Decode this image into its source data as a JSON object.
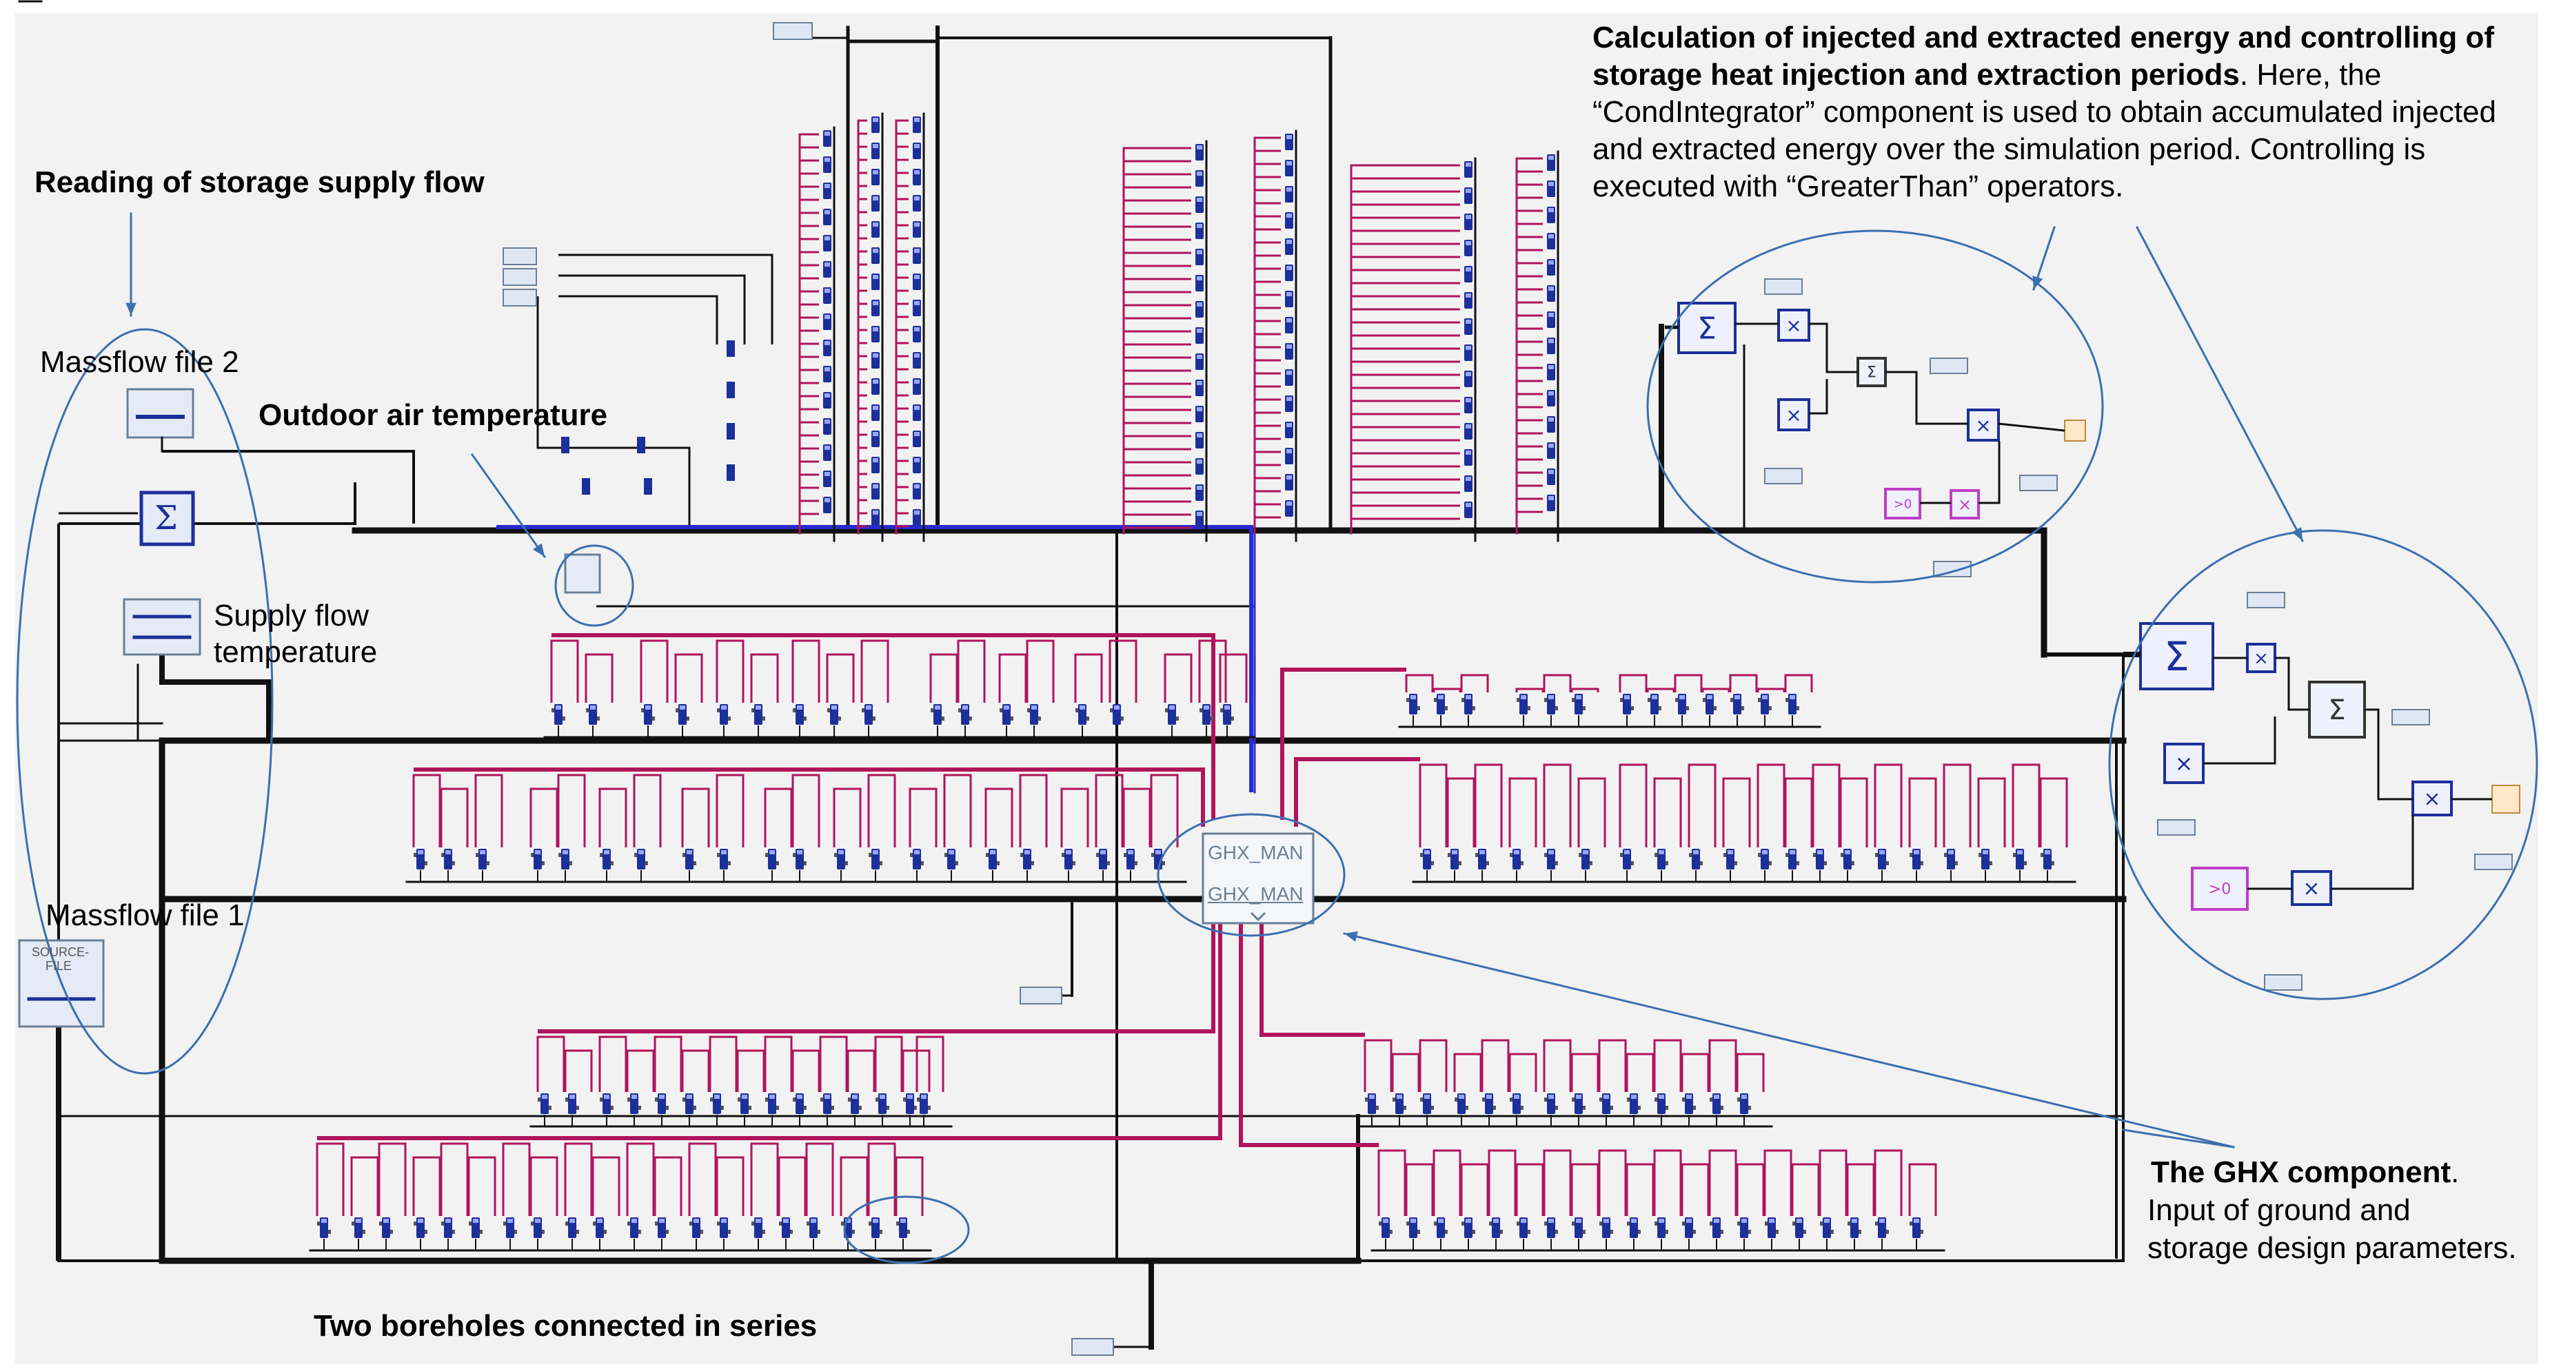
{
  "labels": {
    "reading_supply_flow": "Reading of storage supply flow",
    "massflow_file_2": "Massflow file 2",
    "outdoor_air_temperature": "Outdoor air temperature",
    "supply_flow_line1": "Supply flow",
    "supply_flow_line2": "temperature",
    "massflow_file_1": "Massflow file 1",
    "two_boreholes": "Two boreholes connected in series",
    "calc_title": "Calculation of injected and extracted energy and controlling of storage heat injection and extraction periods",
    "calc_body": ". Here, the “CondIntegrator” component is used to obtain accumulated injected and extracted energy over the simulation period. Controlling is executed with “GreaterThan” operators.",
    "ghx_title": "The GHX component",
    "ghx_title_end": ".",
    "ghx_body_line1": "Input of ground and",
    "ghx_body_line2": "storage design parameters.",
    "ghx_component_top": "GHX_MAN",
    "ghx_component_bottom": "GHX_MAN",
    "source_file_top": "SOURCE-",
    "source_file_bottom": "FILE"
  },
  "colors": {
    "background": "#f2f2f2",
    "wire_black": "#111111",
    "wire_crimson": "#b0145a",
    "wire_blue": "#2a2ad0",
    "annotation_line": "#3b6fb0",
    "component_blue": "#1c2f9a",
    "component_magenta": "#c03cc8"
  },
  "icons": [
    "sum-icon",
    "multiply-icon",
    "greater-than-icon",
    "plotter-icon",
    "borehole-icon",
    "data-reader-icon",
    "constant-icon"
  ]
}
